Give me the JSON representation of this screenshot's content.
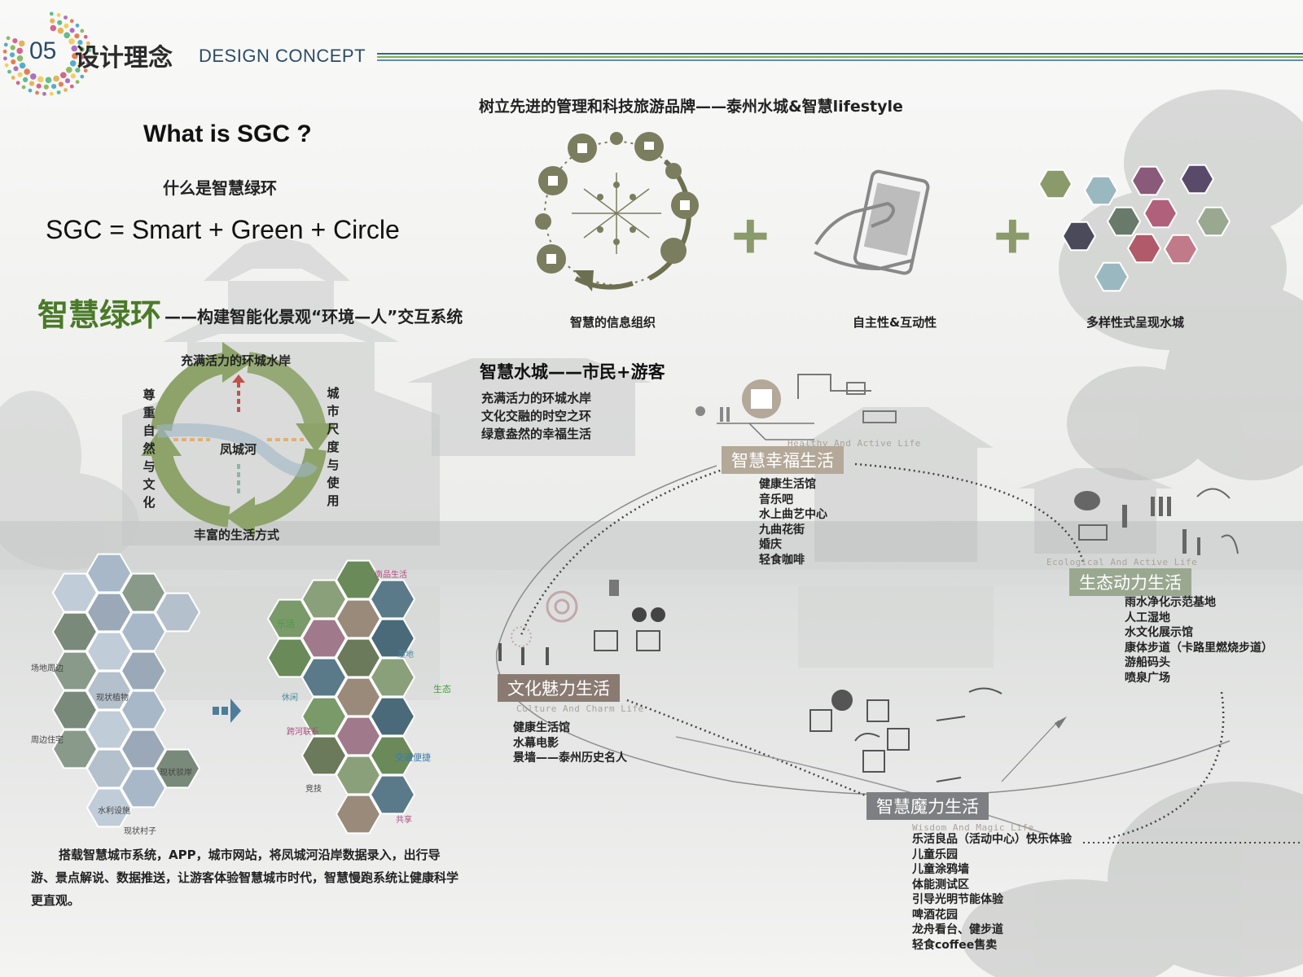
{
  "header": {
    "number": "05",
    "title_cn": "设计理念",
    "title_en": "DESIGN CONCEPT"
  },
  "banner": "树立先进的管理和科技旅游品牌——泰州水城&智慧lifestyle",
  "sgc": {
    "question": "What is SGC ?",
    "question_cn": "什么是智慧绿环",
    "equation": "SGC  = Smart + Green + Circle"
  },
  "green_ring": {
    "title": "智慧绿环",
    "subtitle": "——构建智能化景观“环境—人”交互系统",
    "top": "充满活力的环城水岸",
    "bottom": "丰富的生活方式",
    "left": "尊重自然与文化",
    "right": "城市尺度与使用",
    "center": "凤城河"
  },
  "concepts": [
    {
      "label": "智慧的信息组织"
    },
    {
      "label": "自主性&互动性"
    },
    {
      "label": "多样性式呈现水城"
    }
  ],
  "smart_city": {
    "title": "智慧水城——市民+游客",
    "lines": [
      "充满活力的环城水岸",
      "文化交融的时空之环",
      "绿意盎然的幸福生活"
    ]
  },
  "zones": {
    "happy": {
      "label": "智慧幸福生活",
      "en": "Healthy And Active Life",
      "items": [
        "健康生活馆",
        "音乐吧",
        "水上曲艺中心",
        "九曲花街",
        "婚庆",
        "轻食咖啡"
      ]
    },
    "eco": {
      "label": "生态动力生活",
      "en": "Ecological And Active Life",
      "items": [
        "雨水净化示范基地",
        "人工湿地",
        "水文化展示馆",
        "康体步道（卡路里燃烧步道）",
        "游船码头",
        "喷泉广场"
      ]
    },
    "culture": {
      "label": "文化魅力生活",
      "en": "Culture And Charm Life",
      "items": [
        "健康生活馆",
        "水幕电影",
        "景墙——泰州历史名人"
      ]
    },
    "magic": {
      "label": "智慧魔力生活",
      "en": "Wisdom And Magic Life",
      "items": [
        "乐活良品（活动中心）快乐体验",
        "儿童乐园",
        "儿童涂鸦墙",
        "体能测试区",
        "引导光明节能体验",
        "啤酒花园",
        "龙舟看台、健步道",
        "轻食coffee售卖"
      ]
    }
  },
  "hex_left_labels": [
    "场地周边",
    "现状植物",
    "周边住宅",
    "现状驳岸",
    "水利设施",
    "现状村子"
  ],
  "hex_right_labels": [
    "南品生活",
    "乐活",
    "湿地",
    "生态",
    "休闲",
    "跨河联系",
    "交通便捷",
    "竞技",
    "共享"
  ],
  "paragraph": "搭载智慧城市系统，APP，城市网站，将凤城河沿岸数据录入，出行导游、景点解说、数据推送，让游客体验智慧城市时代，智慧慢跑系统让健康科学更直观。",
  "colors": {
    "accent_green": "#4a7a28",
    "label_tan": "#b4a898",
    "label_sage": "#9aa890",
    "label_brown": "#8a7b72",
    "label_gray": "#7e7f82",
    "header_blue": "#2c4b68"
  }
}
